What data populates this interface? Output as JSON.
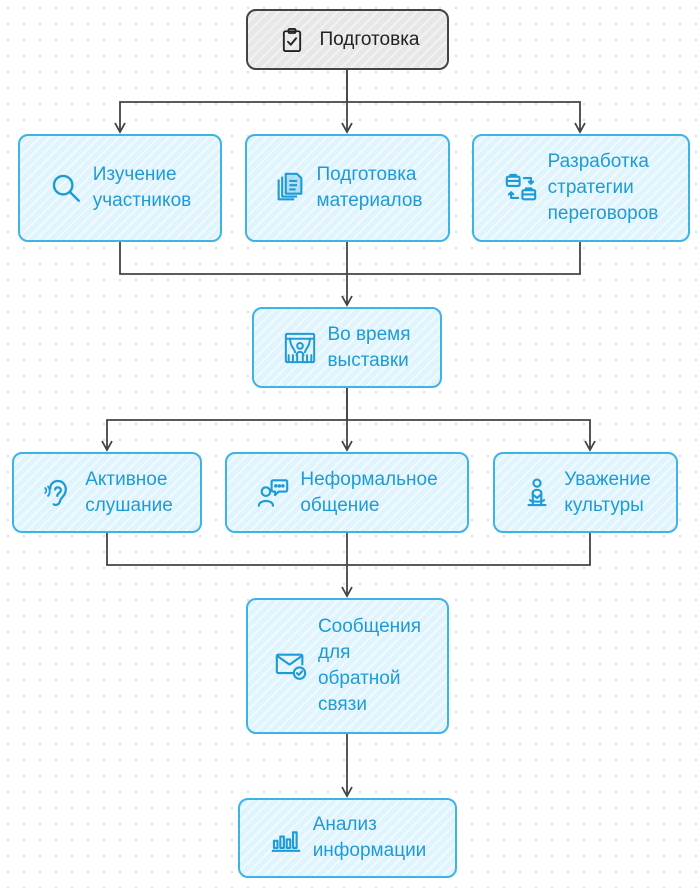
{
  "nodes": {
    "prep": {
      "label": "Подготовка",
      "icon": "clipboard-check-icon"
    },
    "study": {
      "label": "Изучение\nучастников",
      "icon": "search-icon"
    },
    "materials": {
      "label": "Подготовка\nматериалов",
      "icon": "documents-icon"
    },
    "strategy": {
      "label": "Разработка\nстратегии\nпереговоров",
      "icon": "briefcase-exchange-icon"
    },
    "during": {
      "label": "Во время\nвыставки",
      "icon": "exhibition-icon"
    },
    "listening": {
      "label": "Активное\nслушание",
      "icon": "ear-icon"
    },
    "informal": {
      "label": "Неформальное\nобщение",
      "icon": "chat-person-icon"
    },
    "culture": {
      "label": "Уважение\nкультуры",
      "icon": "person-meditation-icon"
    },
    "feedback": {
      "label": "Сообщения\nдля\nобратной\nсвязи",
      "icon": "mail-check-icon"
    },
    "analysis": {
      "label": "Анализ\nинформации",
      "icon": "bar-chart-icon"
    }
  },
  "colors": {
    "accent": "#1e9bd6",
    "border": "#3db3e6",
    "fill": "#dff4fd",
    "root_fill": "#e7e7e7",
    "connector": "#444444"
  }
}
